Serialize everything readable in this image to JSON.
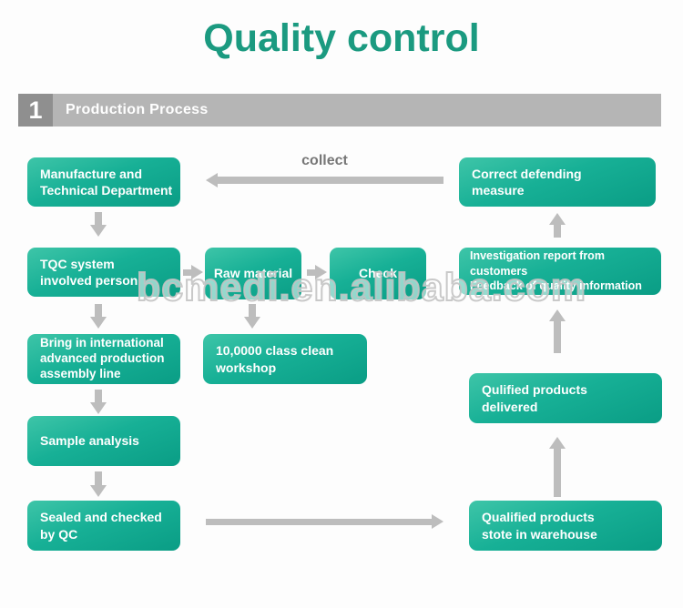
{
  "title": "Quality control",
  "section": {
    "number": "1",
    "label": "Production Process"
  },
  "collect_label": "collect",
  "watermark": "bcmedi.en.alibaba.com",
  "colors": {
    "title_green": "#1b9a80",
    "box_gradient_top": "#3ec5a8",
    "box_gradient_bottom": "#0a9d85",
    "section_bar": "#b5b5b5",
    "section_number_bg": "#8f8f8f",
    "arrow": "#bdbdbd"
  },
  "flowchart": {
    "boxes": [
      {
        "id": "manufacture",
        "label": "Manufacture and\nTechnical Department"
      },
      {
        "id": "tqc",
        "label": "TQC system\ninvolved person"
      },
      {
        "id": "bring",
        "label": "Bring in international\nadvanced production\nassembly line"
      },
      {
        "id": "sample",
        "label": "Sample analysis"
      },
      {
        "id": "sealed",
        "label": "Sealed and checked\nby QC"
      },
      {
        "id": "raw",
        "label": "Raw material"
      },
      {
        "id": "check",
        "label": "Check"
      },
      {
        "id": "workshop",
        "label": "10,0000 class clean\nworkshop"
      },
      {
        "id": "correct",
        "label": "Correct defending\nmeasure"
      },
      {
        "id": "investigation",
        "label": "Investigation report from customers\nFeedback of quality information"
      },
      {
        "id": "delivered",
        "label": "Qulified products\ndelivered"
      },
      {
        "id": "warehouse",
        "label": "Qualified products\nstote in warehouse"
      }
    ]
  }
}
